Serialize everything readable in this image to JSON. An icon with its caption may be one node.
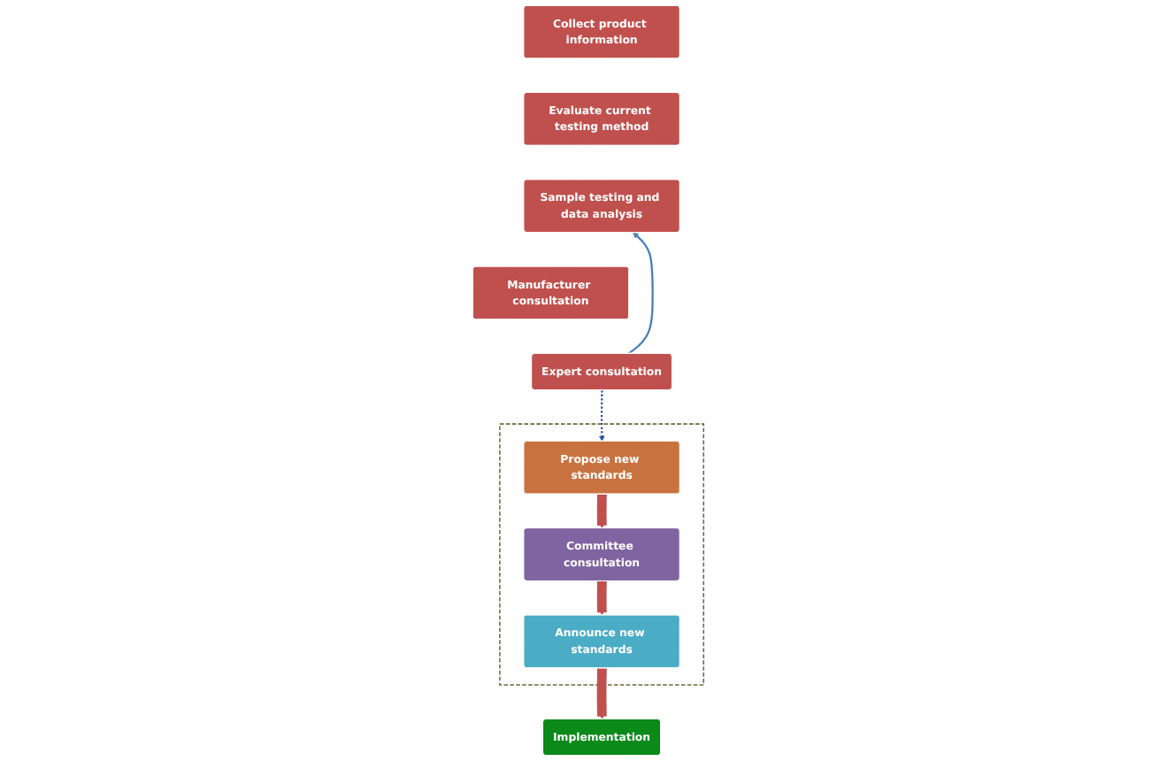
{
  "diagram": {
    "nodes": [
      {
        "text": [
          "Collect product information"
        ]
      },
      {
        "text": [
          "Evaluate current testing method"
        ]
      },
      {
        "text": [
          "Sample testing and data analysis"
        ]
      },
      {
        "text": [
          "Manufacturer consultation"
        ]
      },
      {
        "text": [
          "Expert consultation"
        ]
      },
      {
        "text": [],
        "shape": "box"
      },
      {
        "text": [
          "Propose new standards"
        ],
        "in": 5
      },
      {
        "text": [
          "Committee consultation"
        ],
        "in": 5
      },
      {
        "text": [
          "Announce new standards"
        ],
        "in": 5
      },
      {
        "text": [
          "Implementation"
        ]
      }
    ],
    "edges": [
      {
        "from": 4,
        "to": 2,
        "arrow": "to",
        "color": "#4a7ebb"
      },
      {
        "from": 4,
        "to": 6,
        "arrow": "to",
        "style": "dashed",
        "color": "#2f4fa8"
      },
      {
        "from": 6,
        "to": 7,
        "arrow": "to"
      },
      {
        "from": 7,
        "to": 8,
        "arrow": "to"
      },
      {
        "from": 8,
        "to": 9,
        "arrow": "to"
      }
    ]
  }
}
